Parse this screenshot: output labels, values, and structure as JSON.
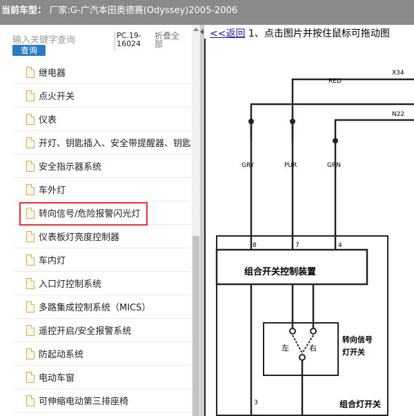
{
  "header": {
    "label": "当前车型：",
    "title": "厂家:G-广汽本田奥德赛(Odyssey)2005-2006"
  },
  "search": {
    "placeholder": "输入关键字查询",
    "button": "查询"
  },
  "pc_code": "PC.19-16024",
  "collapse_all": "折叠全部",
  "tree_items": [
    "继电器",
    "点火开关",
    "仪表",
    "开灯、钥匙插入、安全带提醒器、钥匙",
    "安全指示器系统",
    "车外灯",
    "转向信号/危险报警闪光灯",
    "仪表板灯亮度控制器",
    "车内灯",
    "入口灯控制系统",
    "多路集成控制系统（MICS）",
    "遥控开启/安全报警系统",
    "防起动系统",
    "电动车窗",
    "可伸缩电动第三排座椅"
  ],
  "selected_index": 6,
  "right": {
    "back_link": "<<返回",
    "instruction": " 1、点击图片并按住鼠标可拖动图"
  },
  "diagram": {
    "wire_red": "RED",
    "wire_x34": "X34",
    "wire_n22": "N22",
    "wire_gry": "GRY",
    "wire_pur": "PUR",
    "wire_grn": "GRN",
    "pin_8": "8",
    "pin_7": "7",
    "pin_4": "4",
    "pin_3": "3",
    "control_unit": "组合开关控制装置",
    "switch_left": "左",
    "switch_right": "右",
    "turn_signal_label_1": "转向信号",
    "turn_signal_label_2": "灯开关",
    "combo_switch": "组合灯开关"
  },
  "colors": {
    "topbar": "#8a8a8a",
    "button": "#2a7bc0",
    "highlight": "#e03030",
    "link": "#1a0dab"
  }
}
